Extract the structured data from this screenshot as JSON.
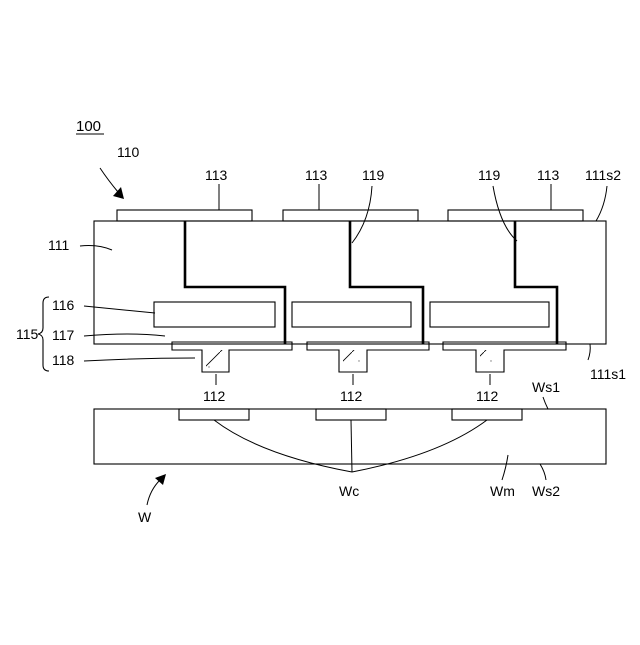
{
  "figure_number": "100",
  "labels": {
    "top_structure": "110",
    "substrate": "111",
    "group": "115",
    "layer_116": "116",
    "layer_117": "117",
    "layer_118": "118",
    "bump": "112",
    "pad": "113",
    "conductor": "119",
    "surface_upper": "111s2",
    "surface_lower": "111s1",
    "wafer": "W",
    "wafer_contacts": "Wc",
    "wafer_material": "Wm",
    "wafer_surface_upper": "Ws1",
    "wafer_surface_lower": "Ws2"
  }
}
